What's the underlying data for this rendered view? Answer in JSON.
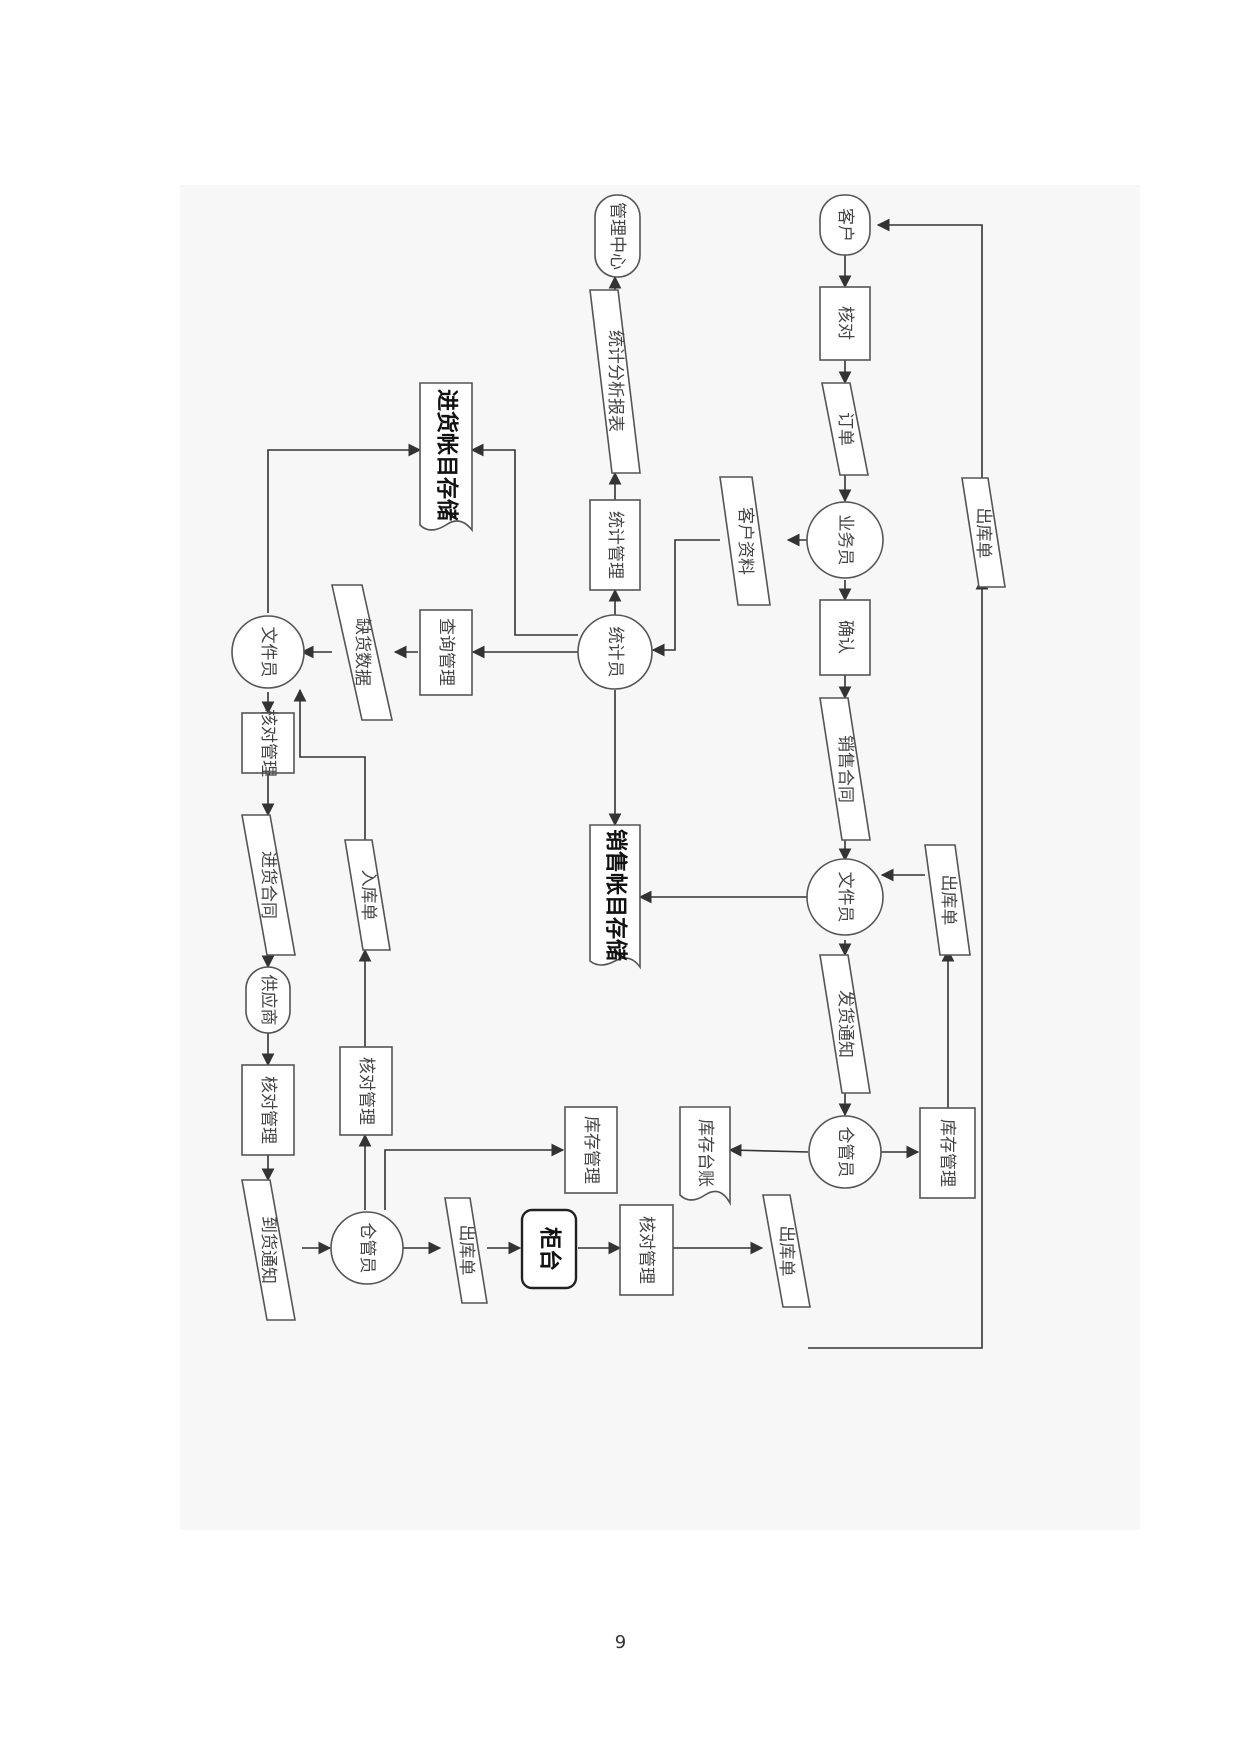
{
  "diagram": {
    "nodes": {
      "customer": "客户",
      "verify_1": "核对",
      "order": "订单",
      "salesperson": "业务员",
      "customer_info": "客户资料",
      "confirm": "确认",
      "sales_contract": "销售合同",
      "clerk_sales": "文件员",
      "delivery_notice": "发货通知",
      "warehouse_keeper_1": "仓管员",
      "inventory_mgmt_1": "库存管理",
      "outbound_form_1": "出库单",
      "outbound_form_2": "出库单",
      "inventory_ledger": "库存台账",
      "inventory_mgmt_2": "库存管理",
      "sales_ledger": "销售帐目存储",
      "statistician": "统计员",
      "stat_mgmt": "统计管理",
      "stat_report": "统计分析报表",
      "mgmt_center": "管理中心",
      "purchase_ledger": "进货帐目存储",
      "query_mgmt": "查询管理",
      "shortage_data": "缺货数据",
      "clerk_purchase": "文件员",
      "verify_mgmt_1": "核对管理",
      "purchase_contract": "进货合同",
      "supplier": "供应商",
      "verify_mgmt_2": "核对管理",
      "arrival_notice": "到货通知",
      "warehouse_keeper_2": "仓管员",
      "verify_mgmt_3": "核对管理",
      "inbound_form": "入库单",
      "outbound_form_3": "出库单",
      "counter": "柜台",
      "verify_mgmt_4": "核对管理",
      "outbound_form_4": "出库单"
    }
  },
  "page_number": "9"
}
